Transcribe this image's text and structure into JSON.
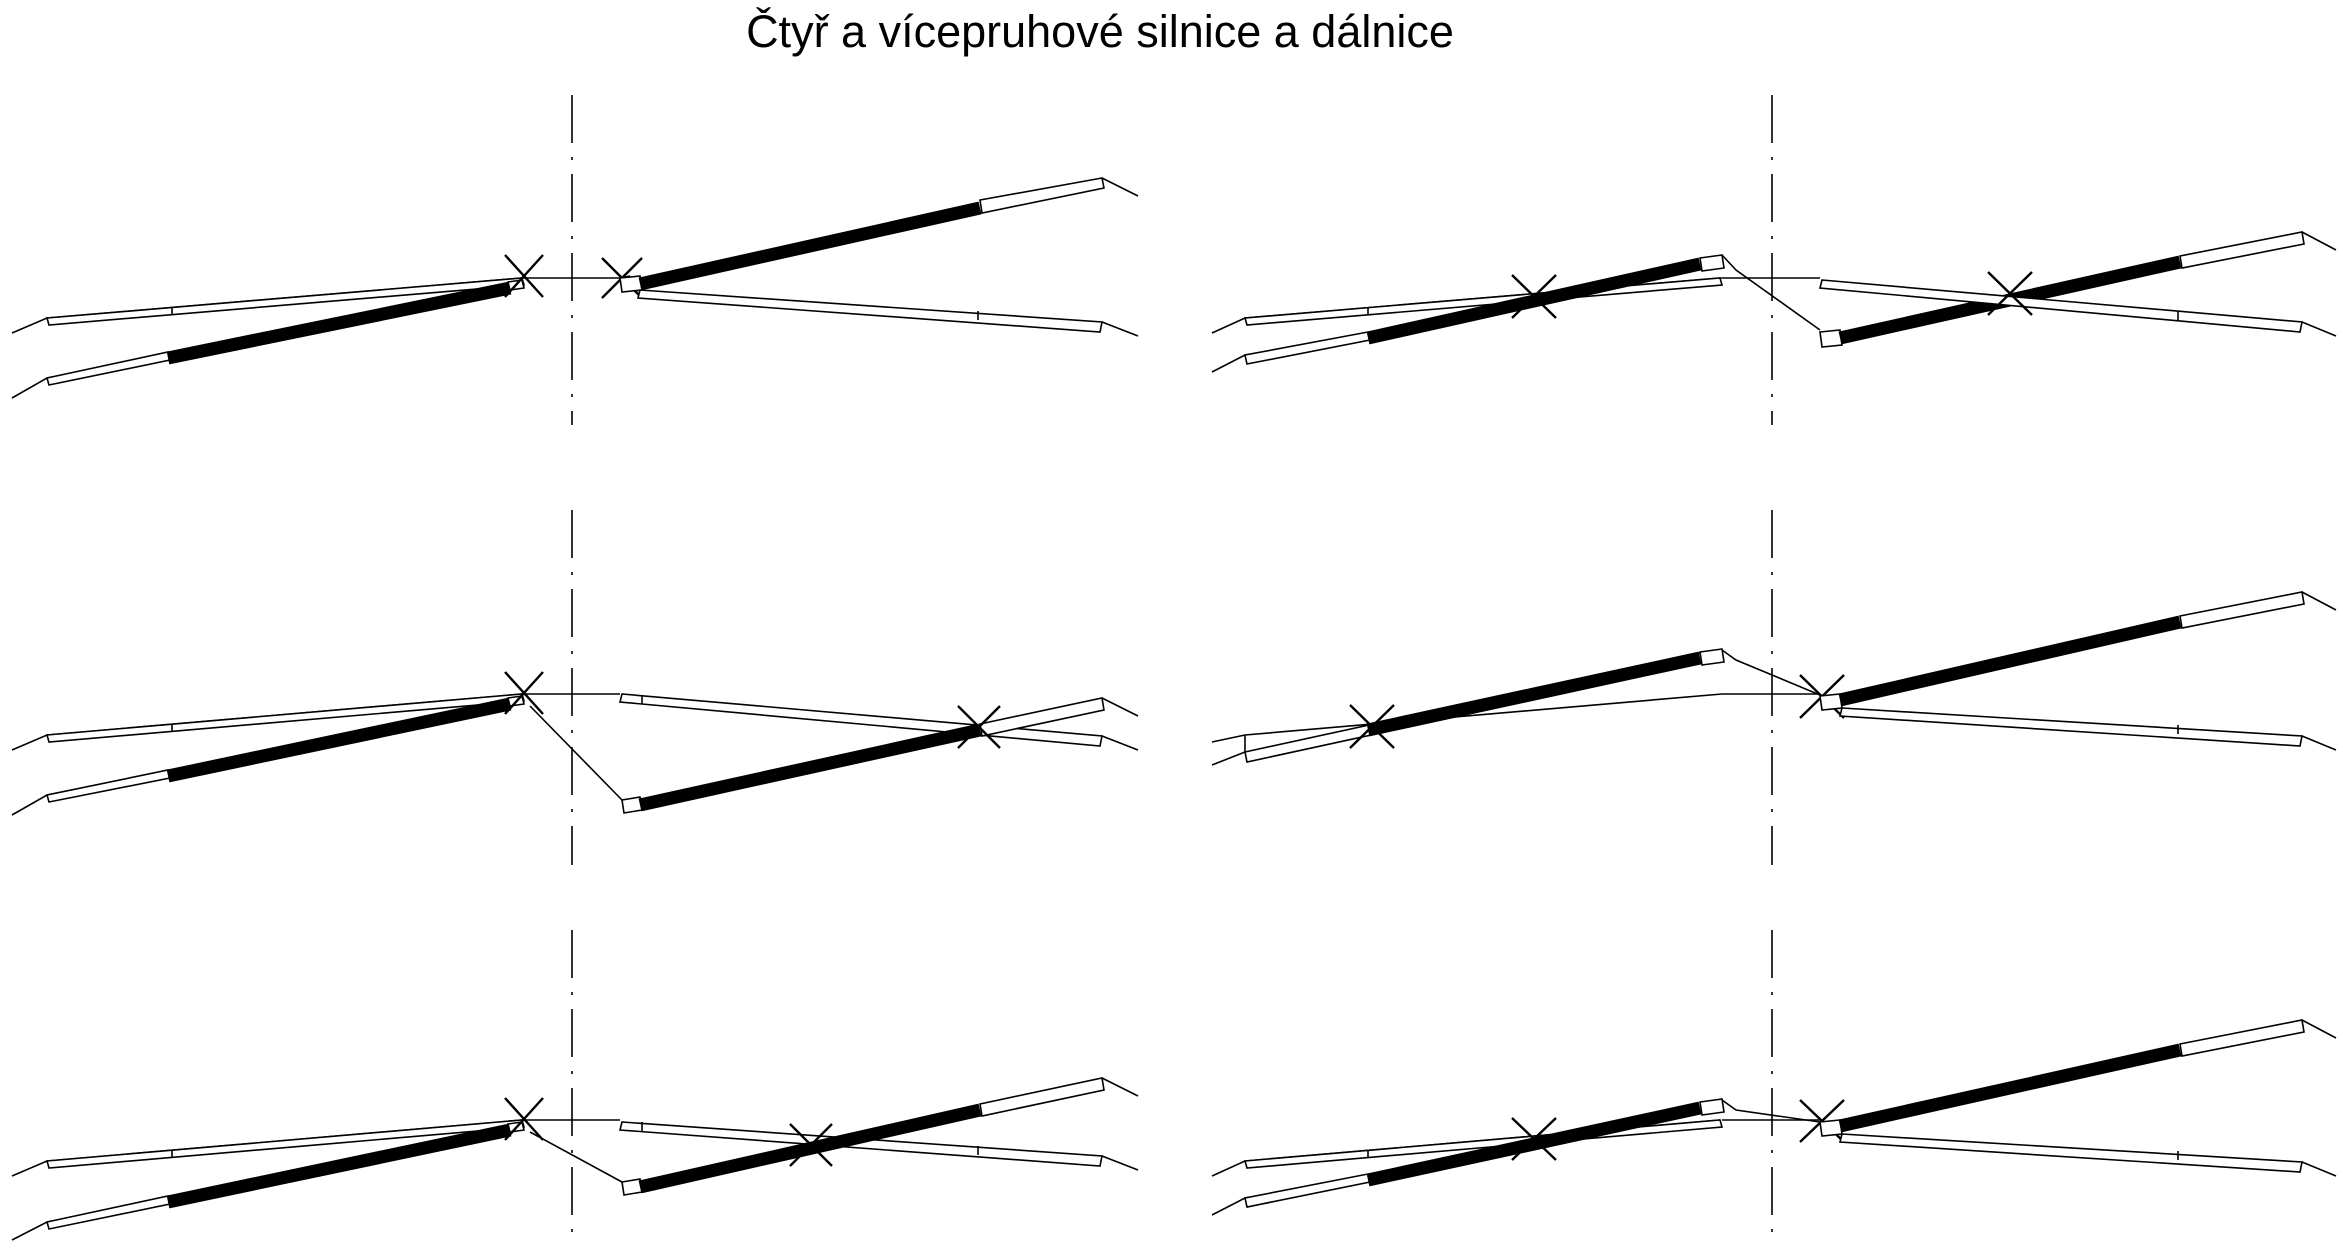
{
  "title": "Čtyř a vícepruhové silnice a dálnice",
  "colors": {
    "ink": "#000000",
    "background": "#ffffff"
  },
  "panels": [
    {
      "id": "row1-left"
    },
    {
      "id": "row1-right"
    },
    {
      "id": "row2-left"
    },
    {
      "id": "row2-right"
    },
    {
      "id": "row3-left"
    },
    {
      "id": "row3-right"
    }
  ]
}
